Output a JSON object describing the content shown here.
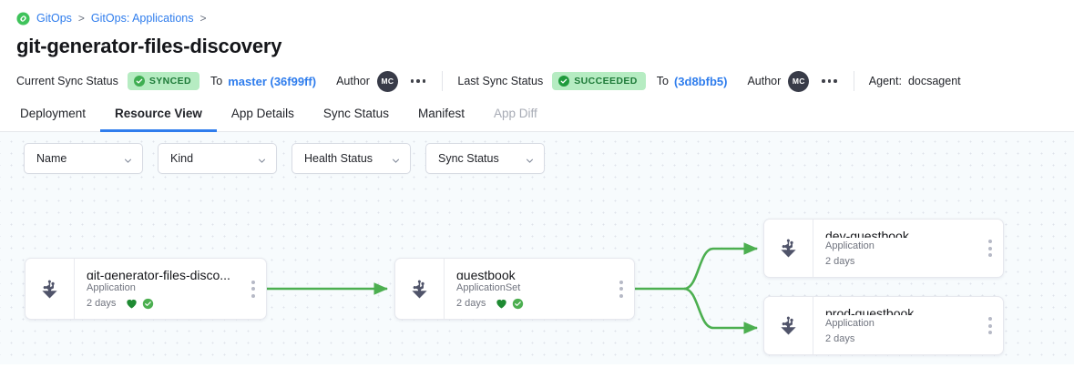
{
  "breadcrumb": {
    "icon": "gitops-link-icon",
    "items": [
      {
        "label": "GitOps",
        "sep": ">"
      },
      {
        "label": "GitOps: Applications",
        "sep": ">"
      }
    ]
  },
  "page": {
    "title": "git-generator-files-discovery"
  },
  "status": {
    "current_sync_label": "Current Sync Status",
    "current_sync_badge": "SYNCED",
    "current_to_word": "To",
    "current_revision": "master (36f99ff)",
    "current_author_label": "Author",
    "current_author_initials": "MC",
    "last_sync_label": "Last Sync Status",
    "last_sync_badge": "SUCCEEDED",
    "last_to_word": "To",
    "last_revision": "(3d8bfb5)",
    "last_author_label": "Author",
    "last_author_initials": "MC",
    "agent_label": "Agent:",
    "agent_value": "docsagent",
    "badge_bg": "#b6ecc2",
    "badge_fg": "#1d7a38",
    "link_color": "#2f7ded"
  },
  "tabs": [
    {
      "label": "Deployment",
      "active": false,
      "disabled": false
    },
    {
      "label": "Resource View",
      "active": true,
      "disabled": false
    },
    {
      "label": "App Details",
      "active": false,
      "disabled": false
    },
    {
      "label": "Sync Status",
      "active": false,
      "disabled": false
    },
    {
      "label": "Manifest",
      "active": false,
      "disabled": false
    },
    {
      "label": "App Diff",
      "active": false,
      "disabled": true
    }
  ],
  "filters": [
    {
      "label": "Name"
    },
    {
      "label": "Kind"
    },
    {
      "label": "Health Status"
    },
    {
      "label": "Sync Status"
    }
  ],
  "graph": {
    "edge_color": "#4caf50",
    "nodes": [
      {
        "id": "root",
        "title": "git-generator-files-disco...",
        "kind": "Application",
        "age": "2 days",
        "health": "healthy",
        "sync": "synced",
        "icon": "argo-app-icon"
      },
      {
        "id": "appset",
        "title": "guestbook",
        "kind": "ApplicationSet",
        "age": "2 days",
        "health": "healthy",
        "sync": "synced",
        "icon": "argo-app-icon"
      },
      {
        "id": "dev",
        "title": "dev-guestbook",
        "kind": "Application",
        "age": "2 days",
        "health": null,
        "sync": null,
        "icon": "argo-app-icon"
      },
      {
        "id": "prod",
        "title": "prod-guestbook",
        "kind": "Application",
        "age": "2 days",
        "health": null,
        "sync": null,
        "icon": "argo-app-icon"
      }
    ]
  }
}
